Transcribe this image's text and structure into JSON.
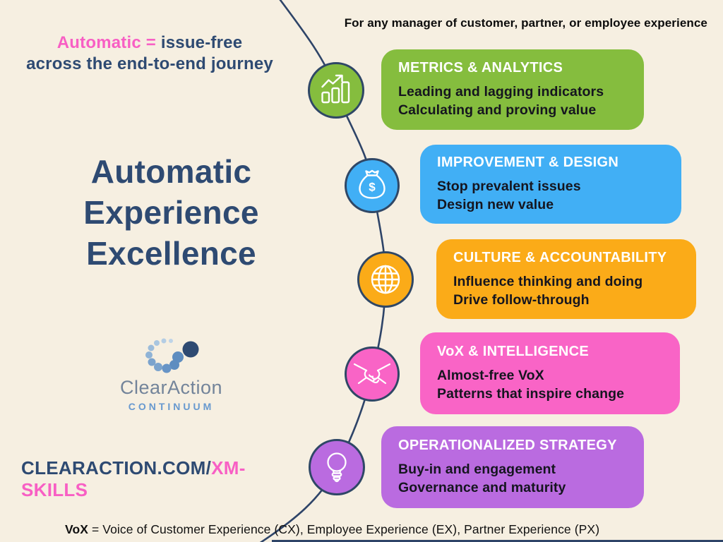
{
  "page": {
    "background_color": "#f6efe1",
    "navy_color": "#2e4a72",
    "pink_color": "#f85fc4",
    "curve_color": "#2e4468"
  },
  "header": {
    "tagline_highlight": "Automatic =",
    "tagline_rest": " issue-free",
    "tagline_line2": "across the end-to-end journey",
    "audience": "For any manager of customer, partner, or employee experience"
  },
  "title": {
    "line1": "Automatic",
    "line2": "Experience",
    "line3": "Excellence"
  },
  "logo": {
    "name": "ClearAction",
    "subname": "CONTINUUM"
  },
  "website": {
    "base": "CLEARACTION.COM/",
    "highlight": "XM-SKILLS"
  },
  "footer": {
    "bold": "VoX",
    "rest": " = Voice of Customer Experience (CX), Employee Experience (EX), Partner Experience (PX)"
  },
  "milestones": [
    {
      "icon": "bar-chart-icon",
      "color": "#85bd3e",
      "title": "METRICS & ANALYTICS",
      "lines": [
        "Leading and lagging indicators",
        "Calculating and proving value"
      ]
    },
    {
      "icon": "money-bag-icon",
      "color": "#41aff5",
      "title": "IMPROVEMENT & DESIGN",
      "lines": [
        "Stop prevalent issues",
        "Design new value"
      ]
    },
    {
      "icon": "globe-icon",
      "color": "#fbab18",
      "title": "CULTURE & ACCOUNTABILITY",
      "lines": [
        "Influence thinking and doing",
        "Drive follow-through"
      ]
    },
    {
      "icon": "handshake-icon",
      "color": "#f964c6",
      "title": "VoX & INTELLIGENCE",
      "lines": [
        "Almost-free VoX",
        "Patterns that inspire change"
      ]
    },
    {
      "icon": "lightbulb-icon",
      "color": "#ba6be0",
      "title": "OPERATIONALIZED STRATEGY",
      "lines": [
        "Buy-in and engagement",
        "Governance and maturity"
      ]
    }
  ]
}
